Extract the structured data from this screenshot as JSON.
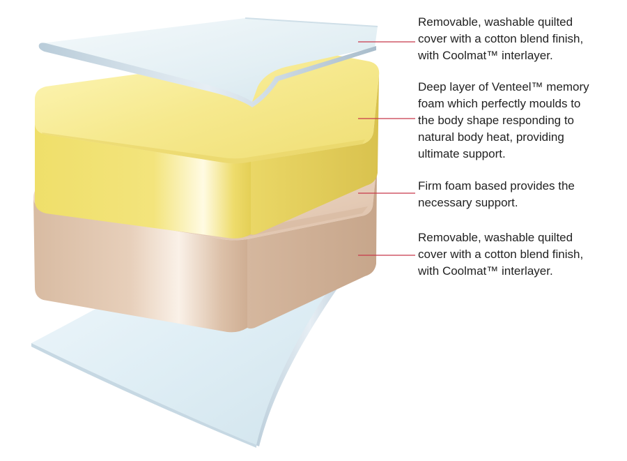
{
  "layers": [
    {
      "name": "top-cover",
      "caption": "Removable, washable quilted\ncover with a cotton blend finish,\nwith Coolmat™ interlayer."
    },
    {
      "name": "memory-foam",
      "caption": "Deep layer of Venteel™ memory\nfoam which perfectly moulds to\nthe body shape responding to\nnatural body heat, providing\nultimate support."
    },
    {
      "name": "firm-foam-base",
      "caption": "Firm foam based provides the\nnecessary support."
    },
    {
      "name": "bottom-cover",
      "caption": "Removable, washable quilted\ncover with a cotton blend finish,\nwith Coolmat™ interlayer."
    }
  ],
  "colors": {
    "leader_line": "#c8384a",
    "caption_text": "#222222",
    "cover": "#e2eef4",
    "memory_foam": "#f3e588",
    "firm_foam": "#e6cdb8"
  }
}
